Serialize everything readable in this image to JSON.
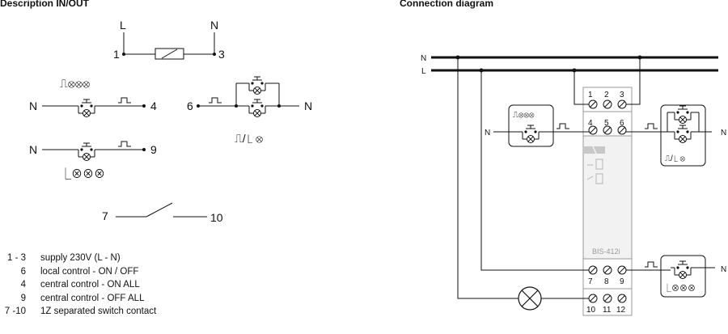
{
  "titles": {
    "left": "Description IN/OUT",
    "right": "Connection diagram"
  },
  "description": {
    "supply": {
      "l": "L",
      "n": "N",
      "t1": "1",
      "t3": "3"
    },
    "on_all": {
      "label": "⎍⊗⊗⊗",
      "n": "N",
      "term": "4"
    },
    "off_all": {
      "label": "⎿⊗⊗⊗",
      "n": "N",
      "term": "9"
    },
    "local": {
      "term": "6",
      "n": "N",
      "label": "⎍/⎿ ⊗"
    },
    "contact": {
      "t7": "7",
      "t10": "10"
    }
  },
  "legend": [
    {
      "code": "1 - 3",
      "text": "supply 230V (L - N)"
    },
    {
      "code": "6",
      "text": "local control - ON / OFF"
    },
    {
      "code": "4",
      "text": "central control - ON ALL"
    },
    {
      "code": "9",
      "text": "central control - OFF ALL"
    },
    {
      "code": "7 -10",
      "text": "1Z separated switch contact"
    }
  ],
  "connection": {
    "bus_n": "N",
    "bus_l": "L",
    "row1": [
      "1",
      "2",
      "3"
    ],
    "row2": [
      "4",
      "5",
      "6"
    ],
    "row3": [
      "7",
      "8",
      "9"
    ],
    "row4": [
      "10",
      "11",
      "12"
    ],
    "model": "BIS-412i",
    "n_left": "N",
    "n_right_top": "N",
    "n_right_bottom": "N",
    "box_on_all": "⎍⊗⊗⊗",
    "box_local": "⎍/⎿ ⊗",
    "box_off_all": "⎿⊗⊗⊗"
  }
}
